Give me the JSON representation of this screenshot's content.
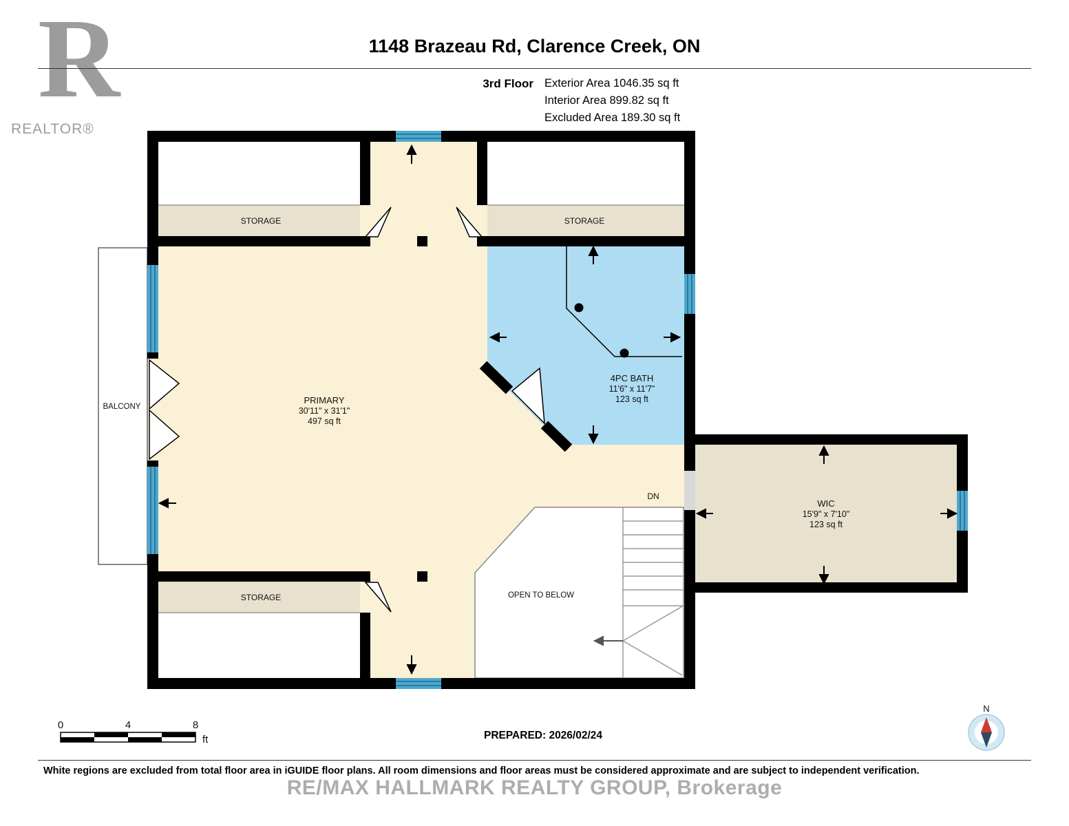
{
  "header": {
    "title": "1148 Brazeau Rd, Clarence Creek, ON",
    "floor_label": "3rd Floor",
    "area_lines": [
      "Exterior Area 1046.35 sq ft",
      "Interior Area 899.82 sq ft",
      "Excluded Area 189.30 sq ft"
    ]
  },
  "logo": {
    "letter": "R",
    "brand": "REALTOR®"
  },
  "rooms": {
    "primary": {
      "name": "PRIMARY",
      "dims": "30'11\" x 31'1\"",
      "area": "497 sq ft"
    },
    "bath": {
      "name": "4PC BATH",
      "dims": "11'6\" x 11'7\"",
      "area": "123 sq ft"
    },
    "wic": {
      "name": "WIC",
      "dims": "15'9\" x 7'10\"",
      "area": "123 sq ft"
    },
    "storage_top_left": "STORAGE",
    "storage_top_right": "STORAGE",
    "storage_bottom_left": "STORAGE",
    "balcony": "BALCONY",
    "open_to_below": "OPEN TO BELOW",
    "stairs_label": "DN"
  },
  "scale_bar": {
    "ticks": [
      "0",
      "4",
      "8"
    ],
    "unit": "ft"
  },
  "compass": {
    "label": "N"
  },
  "footer": {
    "prepared": "PREPARED: 2026/02/24",
    "disclaimer": "White regions are excluded from total floor area in iGUIDE floor plans. All room dimensions and floor areas must be considered approximate and are subject to independent verification.",
    "watermark": "RE/MAX HALLMARK REALTY GROUP, Brokerage"
  },
  "colors": {
    "floor": "#FAF1D6",
    "storage": "#E8E1CE",
    "bath": "#AEDCF2",
    "window": "#4FA8CE",
    "window_line": "#1D6B8F",
    "wall": "#000000"
  }
}
